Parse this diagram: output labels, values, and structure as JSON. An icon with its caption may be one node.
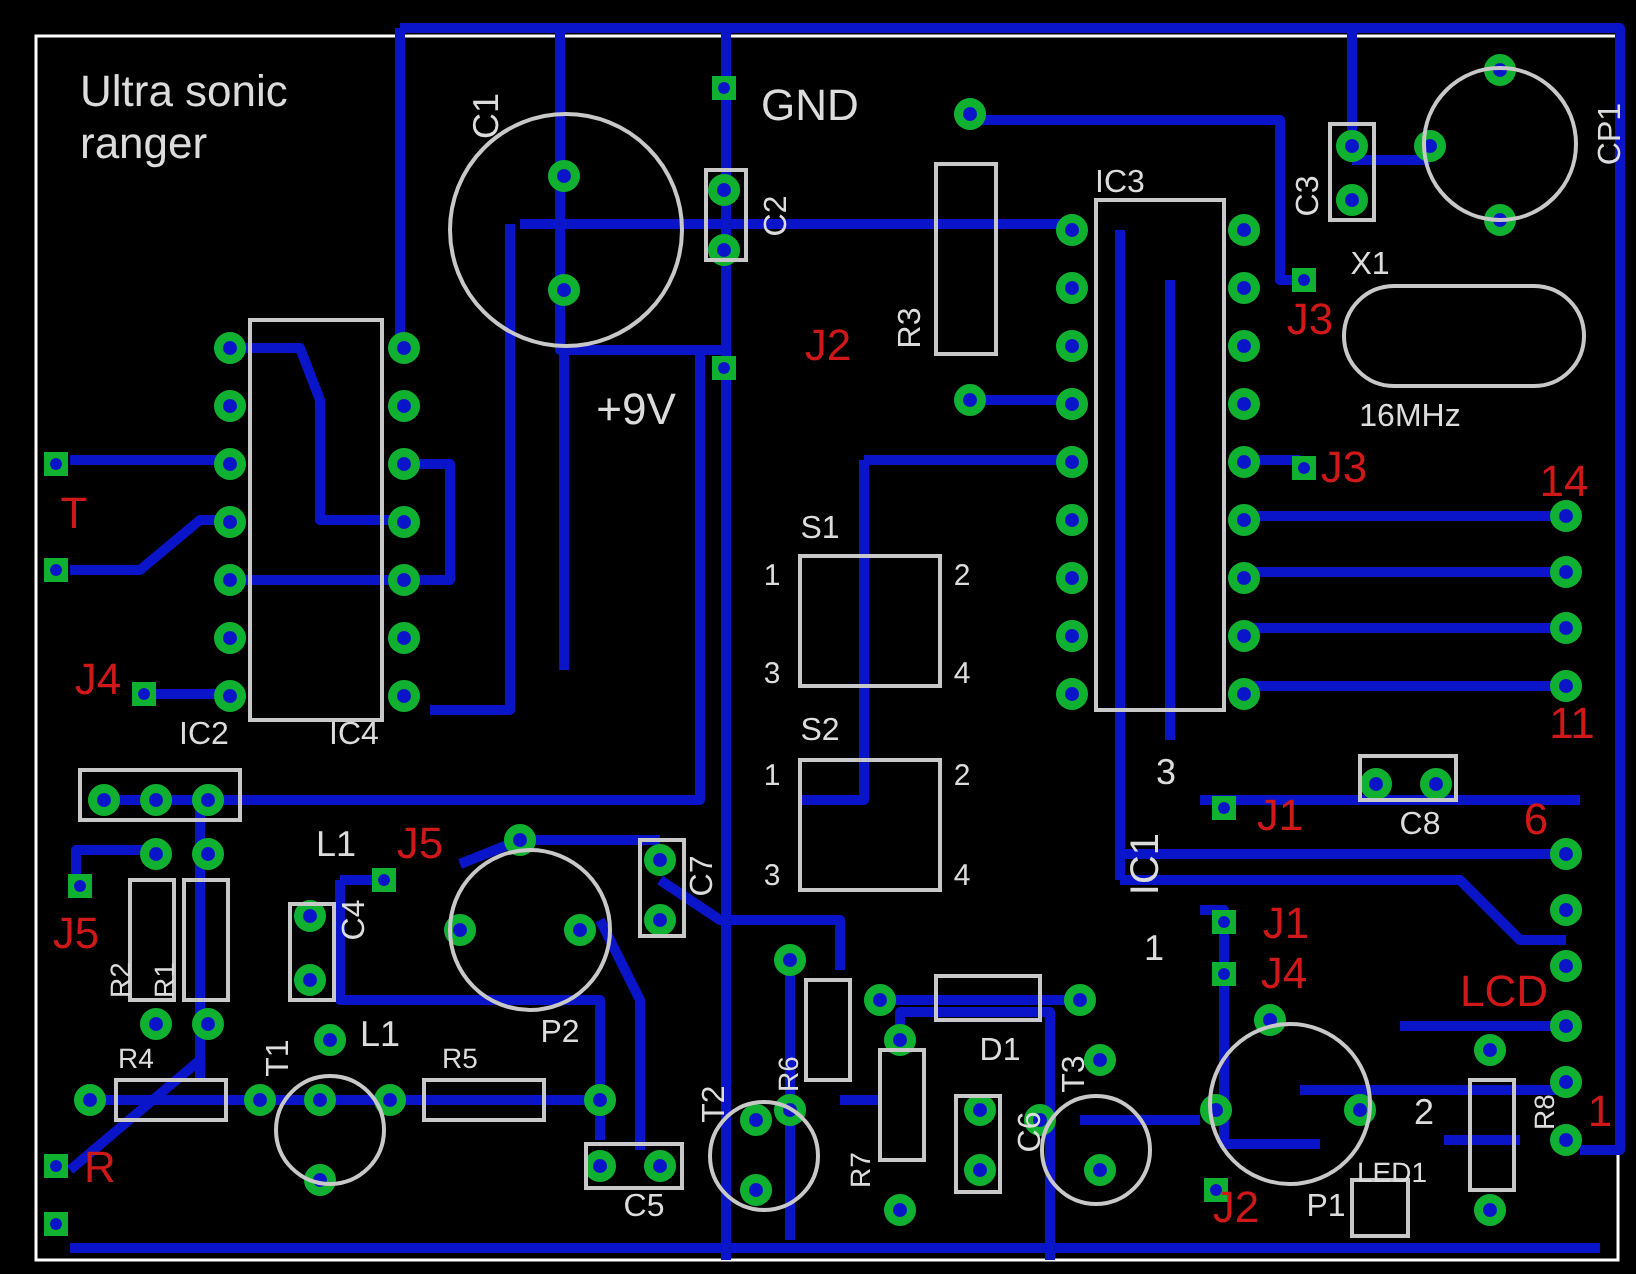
{
  "diagram": {
    "title": "Ultra sonic ranger",
    "labels": [
      "C1",
      "GND",
      "C2",
      "IC3",
      "C3",
      "CP1",
      "R3",
      "J2",
      "J3",
      "X1",
      "+9V",
      "16MHz",
      "J3",
      "14",
      "T",
      "S1",
      "1",
      "2",
      "3",
      "4",
      "J4",
      "IC2",
      "IC4",
      "S2",
      "1",
      "2",
      "3",
      "4",
      "3",
      "11",
      "J1",
      "C8",
      "L1",
      "J5",
      "C7",
      "6",
      "IC1",
      "J5",
      "C4",
      "R2",
      "R1",
      "1",
      "J1",
      "J4",
      "LCD",
      "L1",
      "P2",
      "D1",
      "R4",
      "T1",
      "R5",
      "R6",
      "T3",
      "T2",
      "2",
      "R8",
      "1",
      "C6",
      "R",
      "R7",
      "LED1",
      "C5",
      "J2",
      "P1"
    ]
  }
}
